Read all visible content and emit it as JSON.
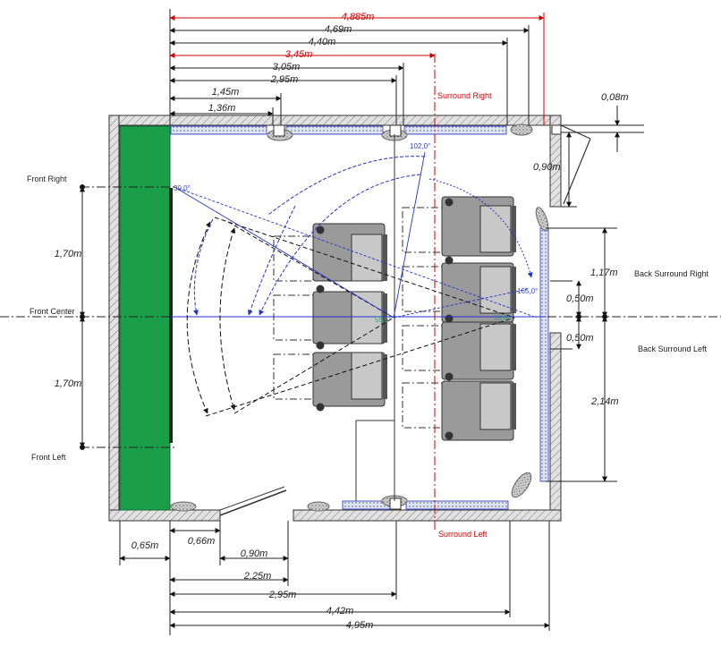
{
  "colors": {
    "screen": "#1a9e4a",
    "wall": "#d8d8d8",
    "surround_axis": "#d00000",
    "angle_lines": "#2233cc",
    "seat_dark": "#8c8c8c",
    "seat_light": "#c4c4c4"
  },
  "dimensions_top": [
    {
      "label": "4,885m",
      "red": true
    },
    {
      "label": "4,69m",
      "red": false
    },
    {
      "label": "4,40m",
      "red": false
    },
    {
      "label": "3,45m",
      "red": true
    },
    {
      "label": "3,05m",
      "red": false
    },
    {
      "label": "2,95m",
      "red": false
    },
    {
      "label": "1,45m",
      "red": false
    },
    {
      "label": "1,36m",
      "red": false
    }
  ],
  "dimensions_bottom": [
    {
      "label": "0,65m"
    },
    {
      "label": "0,66m"
    },
    {
      "label": "0,90m"
    },
    {
      "label": "2,25m"
    },
    {
      "label": "2,95m"
    },
    {
      "label": "4,42m"
    },
    {
      "label": "4,95m"
    }
  ],
  "dimensions_left": [
    {
      "label": "1,70m"
    },
    {
      "label": "1,70m"
    }
  ],
  "dimensions_right": [
    {
      "label": "0,08m"
    },
    {
      "label": "0,90m"
    },
    {
      "label": "1,17m"
    },
    {
      "label": "0,50m"
    },
    {
      "label": "0,50m"
    },
    {
      "label": "2,14m"
    }
  ],
  "speakers": {
    "front_right": "Front Right",
    "front_center": "Front Center",
    "front_left": "Front Left",
    "surround_right": "Surround Right",
    "surround_left": "Surround Left",
    "back_surround_right": "Back Surround Right",
    "back_surround_left": "Back Surround Left"
  },
  "angles": {
    "a30": "30,0°",
    "a102": "102,0°",
    "a165": "165,0°",
    "a55_front": "55,5°",
    "a55_rear": "55,5°"
  }
}
